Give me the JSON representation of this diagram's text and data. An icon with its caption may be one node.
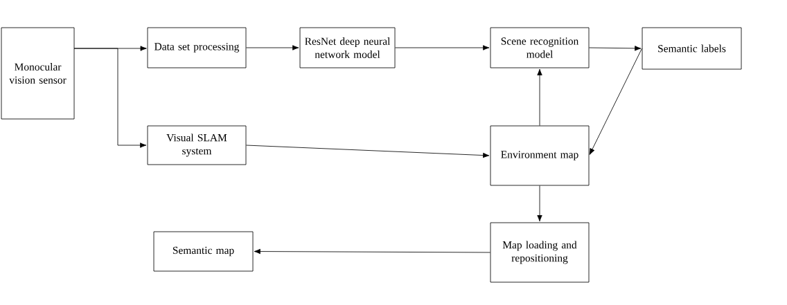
{
  "diagram": {
    "nodes": [
      {
        "text": [
          "Monocular vision sensor"
        ]
      },
      {
        "text": [
          "Data set processing"
        ]
      },
      {
        "text": [
          "ResNet deep neural network model"
        ]
      },
      {
        "text": [
          "Scene recognition model"
        ]
      },
      {
        "text": [
          "Semantic labels"
        ]
      },
      {
        "text": [
          "Visual SLAM system"
        ]
      },
      {
        "text": [
          "Environment map"
        ]
      },
      {
        "text": [
          "Map loading and repositioning"
        ]
      },
      {
        "text": [
          "Semantic map"
        ]
      }
    ],
    "edges": [
      {
        "from": 0,
        "to": 1,
        "arrow": "to"
      },
      {
        "from": 0,
        "to": 5,
        "arrow": "to"
      },
      {
        "from": 1,
        "to": 2,
        "arrow": "to"
      },
      {
        "from": 2,
        "to": 3,
        "arrow": "to"
      },
      {
        "from": 3,
        "to": 4,
        "arrow": "to"
      },
      {
        "from": 5,
        "to": 6,
        "arrow": "to"
      },
      {
        "from": 6,
        "to": 3,
        "arrow": "to"
      },
      {
        "from": 4,
        "to": 6,
        "arrow": "to"
      },
      {
        "from": 6,
        "to": 7,
        "arrow": "to"
      },
      {
        "from": 7,
        "to": 8,
        "arrow": "to"
      }
    ]
  }
}
